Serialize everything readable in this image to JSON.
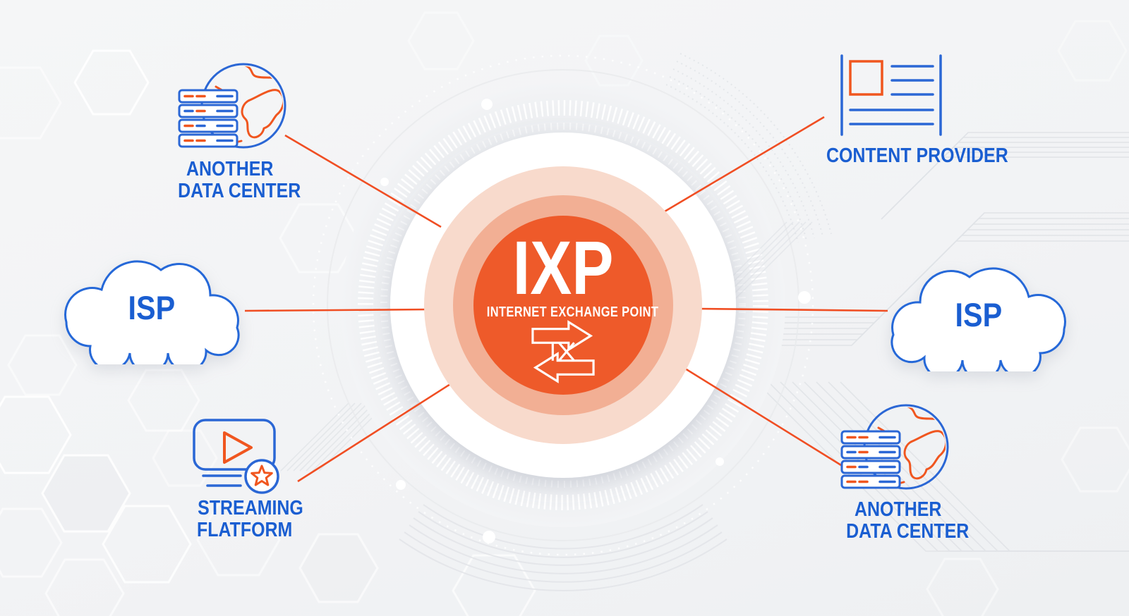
{
  "diagram": {
    "center": {
      "acronym": "IXP",
      "subtitle": "INTERNET EXCHANGE POINT"
    },
    "nodes": {
      "datacenter_top_left": {
        "label_line1": "ANOTHER",
        "label_line2": "DATA CENTER"
      },
      "content_provider": {
        "label": "CONTENT PROVIDER"
      },
      "isp_left": {
        "label": "ISP"
      },
      "isp_right": {
        "label": "ISP"
      },
      "streaming_platform": {
        "label_line1": "STREAMING",
        "label_line2": "FLATFORM"
      },
      "datacenter_bottom_right": {
        "label_line1": "ANOTHER",
        "label_line2": "DATA CENTER"
      }
    },
    "colors": {
      "core_orange": "#EE5A2A",
      "ring_salmon": "#F2AF94",
      "ring_pink": "#F8DACC",
      "connector_orange": "#F04E23",
      "icon_orange": "#F0561F",
      "icon_blue": "#2B67D5",
      "label_blue": "#1A5ED1",
      "ring_gray": "#E9EBEE"
    }
  }
}
